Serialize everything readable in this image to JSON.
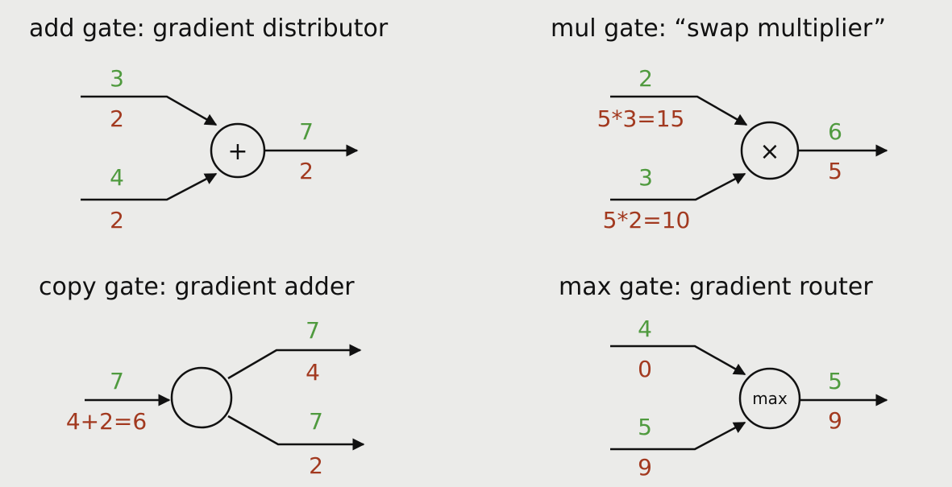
{
  "colors": {
    "forward": "#4f9a3e",
    "backward": "#a2391f",
    "background": "#ebebe9"
  },
  "add_gate": {
    "title": "add gate: gradient distributor",
    "symbol": "+",
    "in1_value": "3",
    "in1_grad": "2",
    "in2_value": "4",
    "in2_grad": "2",
    "out_value": "7",
    "out_grad": "2"
  },
  "mul_gate": {
    "title": "mul gate: “swap multiplier”",
    "symbol": "×",
    "in1_value": "2",
    "in1_grad": "5*3=15",
    "in2_value": "3",
    "in2_grad": "5*2=10",
    "out_value": "6",
    "out_grad": "5"
  },
  "copy_gate": {
    "title": "copy gate: gradient adder",
    "in_value": "7",
    "in_grad": "4+2=6",
    "out1_value": "7",
    "out1_grad": "4",
    "out2_value": "7",
    "out2_grad": "2"
  },
  "max_gate": {
    "title": "max gate: gradient router",
    "symbol": "max",
    "in1_value": "4",
    "in1_grad": "0",
    "in2_value": "5",
    "in2_grad": "9",
    "out_value": "5",
    "out_grad": "9"
  }
}
